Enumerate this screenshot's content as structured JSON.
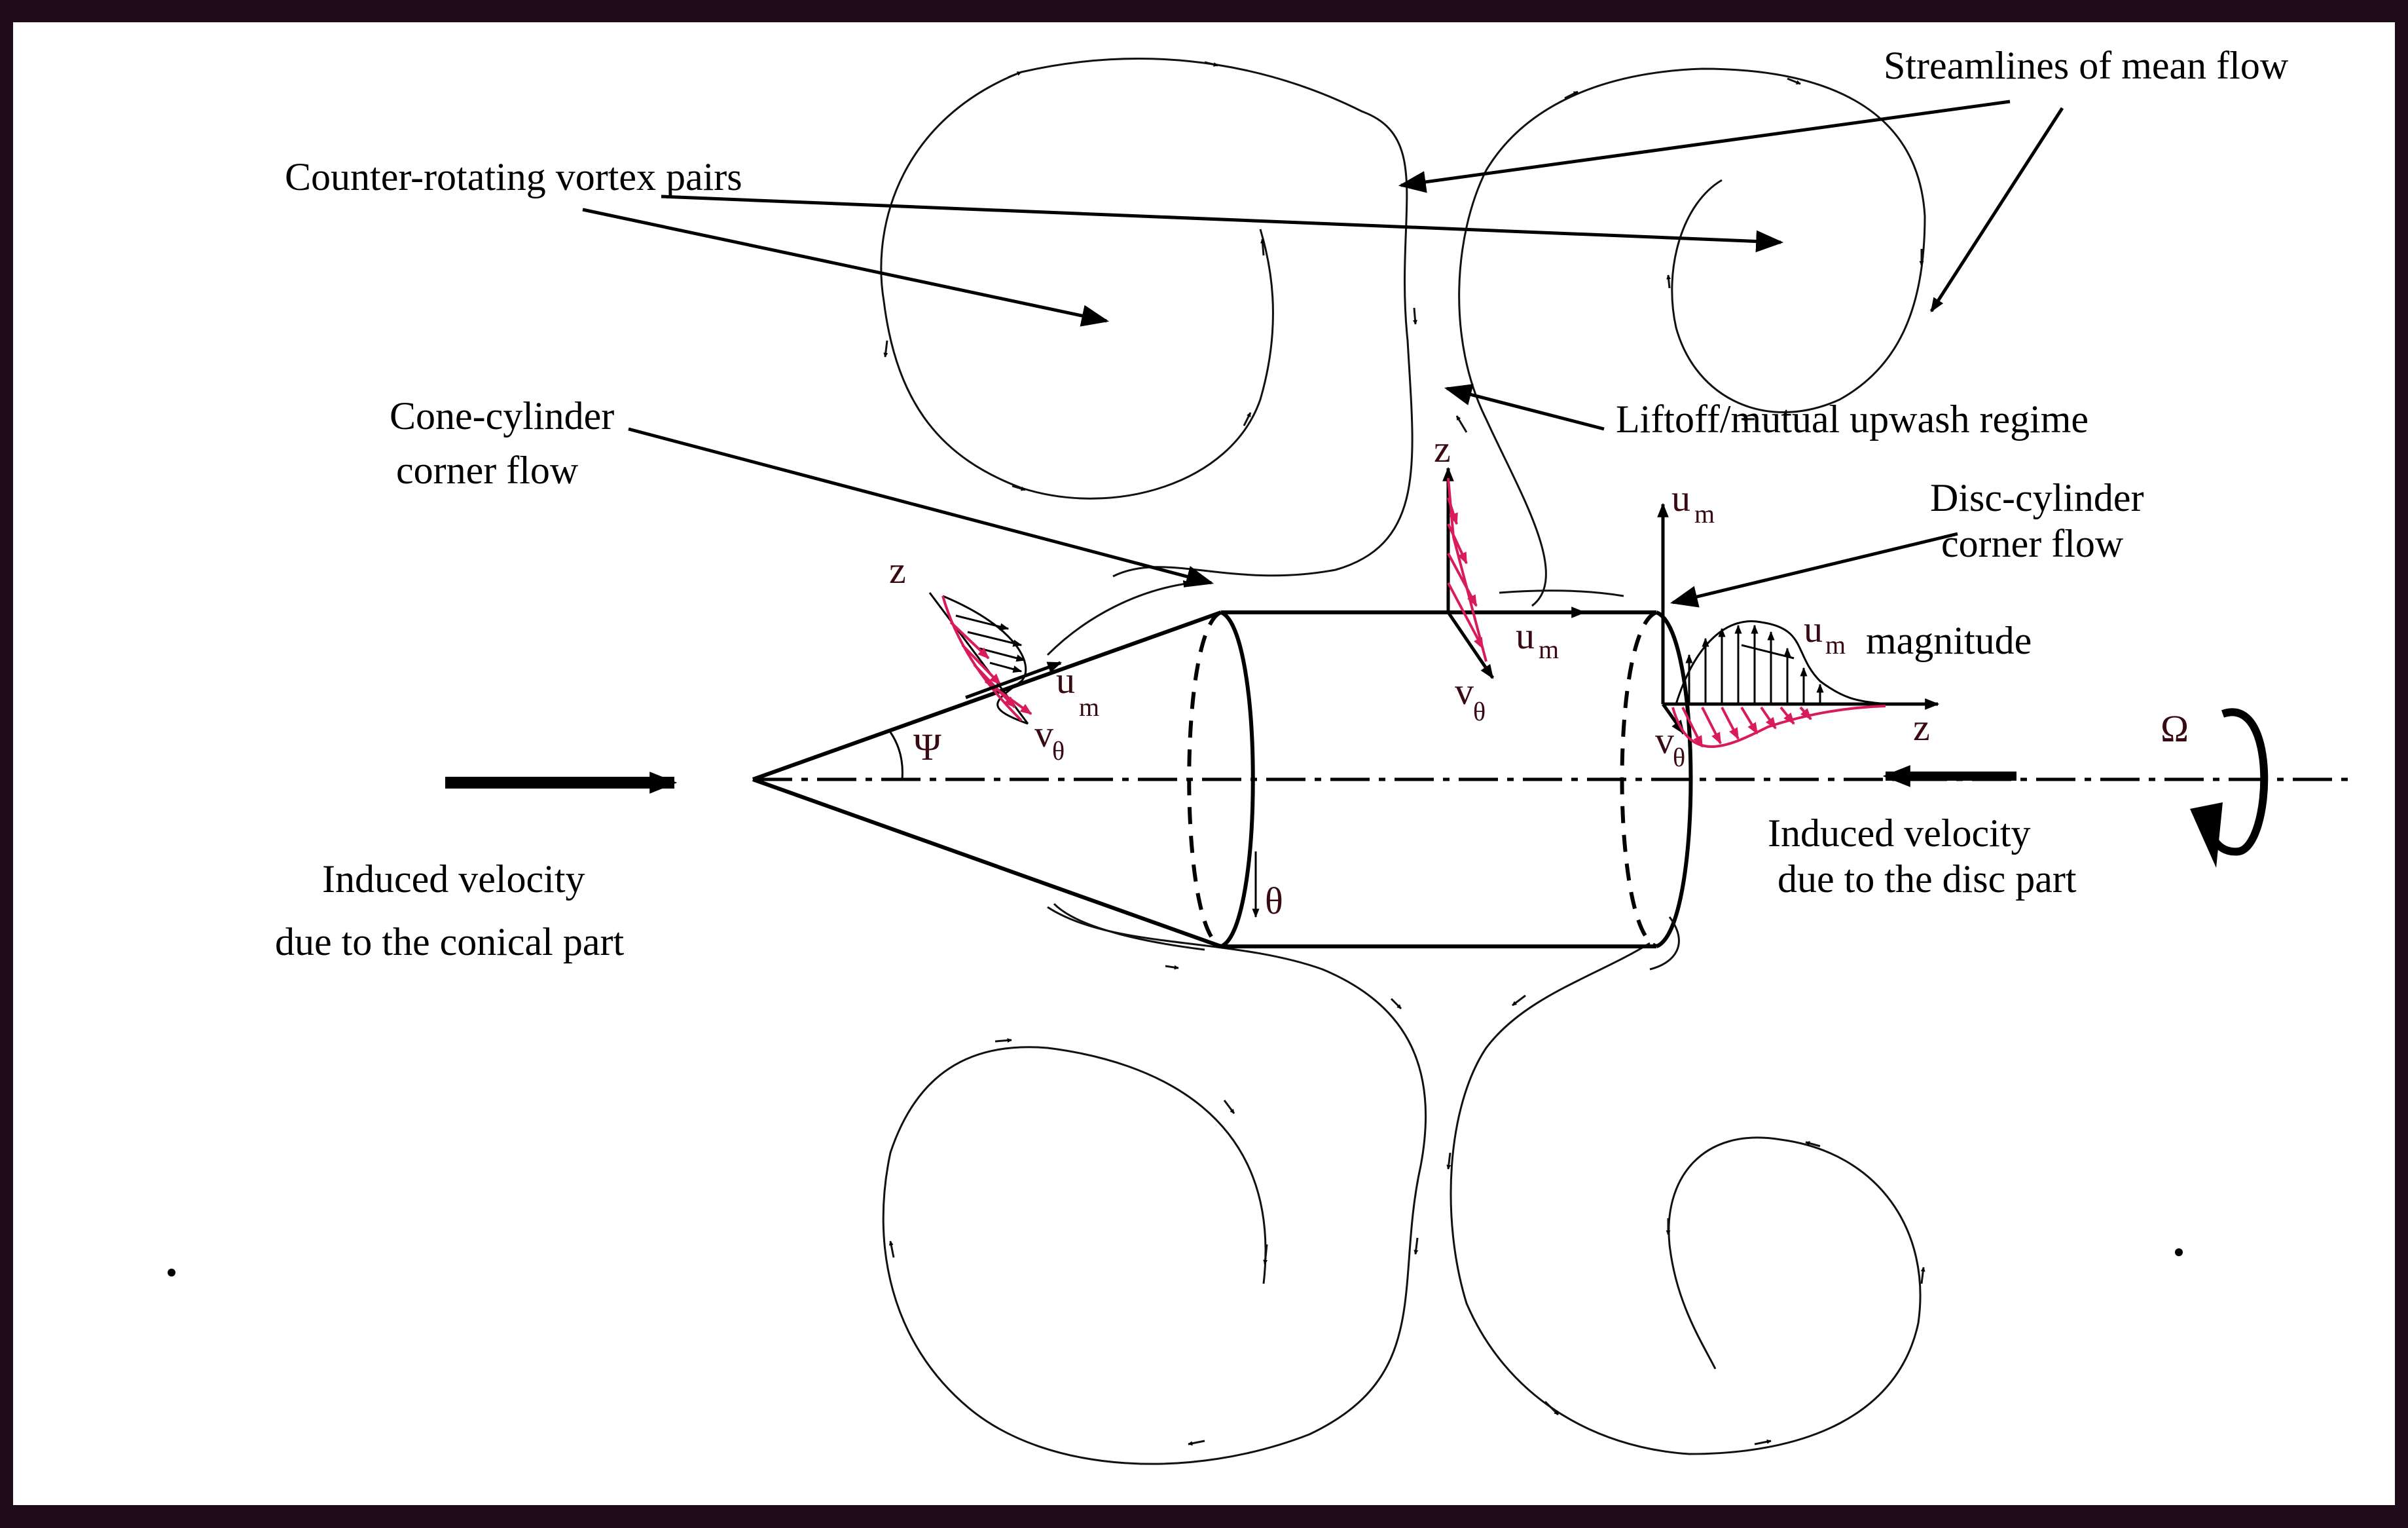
{
  "colors": {
    "frame": "#1e0c1a",
    "background": "#ffffff",
    "ink": "#000000",
    "velocity_profile": "#d81b5a"
  },
  "labels": {
    "streamlines": "Streamlines of mean flow",
    "vortex_pairs": "Counter-rotating vortex pairs",
    "liftoff": "Liftoff/mutual upwash regime",
    "cone_corner_l1": "Cone-cylinder",
    "cone_corner_l2": "corner flow",
    "disc_corner_l1": "Disc-cylinder",
    "disc_corner_l2": "corner flow",
    "um_magnitude": "magnitude",
    "induced_cone_l1": "Induced velocity",
    "induced_cone_l2": "due to the conical part",
    "induced_disc_l1": "Induced velocity",
    "induced_disc_l2": "due to the disc part"
  },
  "symbols": {
    "z": "z",
    "u": "u",
    "m": "m",
    "v": "v",
    "theta": "θ",
    "psi": "Ψ",
    "omega": "Ω"
  }
}
